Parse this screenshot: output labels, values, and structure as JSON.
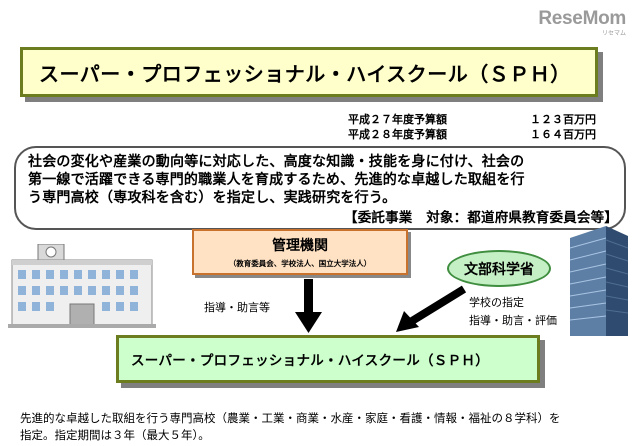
{
  "logo": {
    "brand": "ReseMom",
    "tagline": "リセマム"
  },
  "title": "スーパー・プロフェッショナル・ハイスクール（ＳＰＨ）",
  "budget": [
    {
      "label": "平成２７年度予算額",
      "amount": "１２３百万円"
    },
    {
      "label": "平成２８年度予算額",
      "amount": "１６４百万円"
    }
  ],
  "description": {
    "line1": "社会の変化や産業の動向等に対応した、高度な知識・技能を身に付け、社会の",
    "line2": "第一線で活躍できる専門的職業人を育成するため、先進的な卓越した取組を行",
    "line3": "う専門高校（専攻科を含む）を指定し、実践研究を行う。",
    "commission": "【委託事業　対象：都道府県教育委員会等】"
  },
  "management": {
    "title": "管理機関",
    "subtitle": "（教育委員会、学校法人、国立大学法人）"
  },
  "mext": "文部科学省",
  "edge_left": "指導・助言等",
  "edge_right": {
    "line1": "学校の指定",
    "line2": "指導・助言・評価"
  },
  "sph_box": "スーパー・プロフェッショナル・ハイスクール（ＳＰＨ）",
  "footer": {
    "line1": "先進的な卓越した取組を行う専門高校（農業・工業・商業・水産・家庭・看護・情報・福祉の８学科）を",
    "line2": "指定。指定期間は３年（最大５年）。"
  }
}
